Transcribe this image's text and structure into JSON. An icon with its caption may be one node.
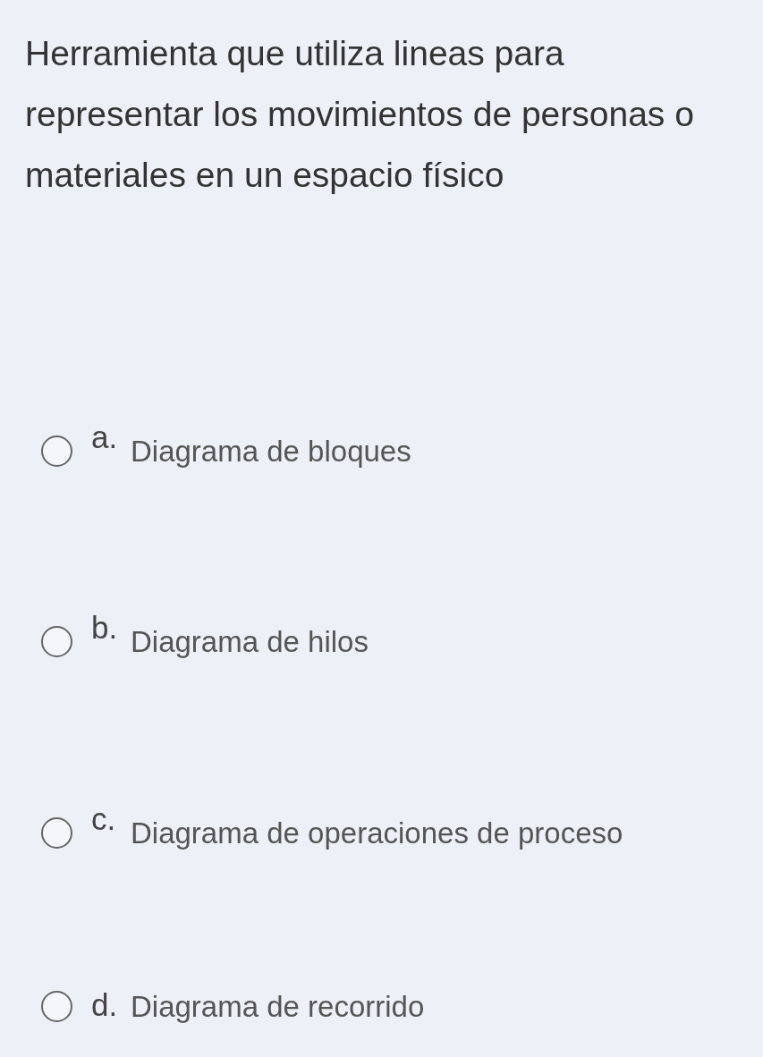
{
  "diagram": {
    "title": "Herramienta que utiliza lineas para representar los movimientos de personas o materiales en un espacio físico",
    "labels": [
      "a.",
      "Diagrama de bloques",
      "b.",
      "Diagrama de hilos",
      "c.",
      "Diagrama de operaciones de proceso",
      "d.",
      "Diagrama de recorrido"
    ]
  }
}
